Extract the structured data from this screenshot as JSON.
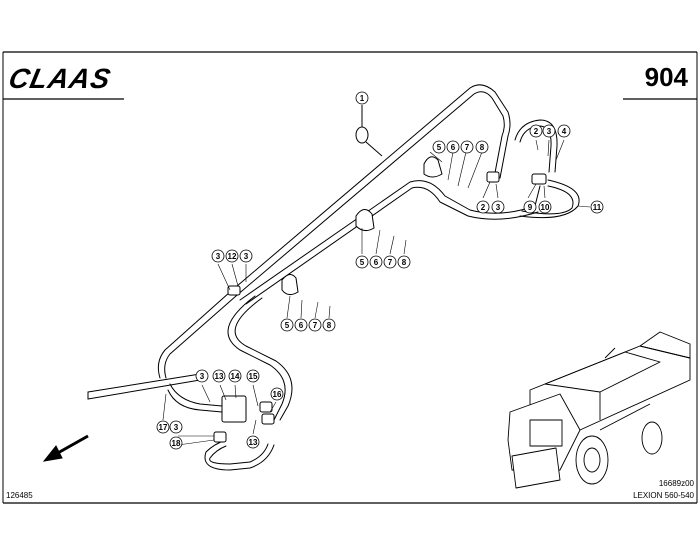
{
  "header": {
    "brand": "CLAAS",
    "page_number": "904"
  },
  "footer": {
    "drawing_ref": "126485",
    "figure_code": "16689z00",
    "model": "LEXION 560-540"
  },
  "callouts": [
    "1",
    "2",
    "3",
    "4",
    "5",
    "6",
    "7",
    "8",
    "2",
    "3",
    "9",
    "10",
    "11",
    "5",
    "6",
    "7",
    "8",
    "3",
    "12",
    "3",
    "5",
    "6",
    "7",
    "8",
    "3",
    "13",
    "14",
    "15",
    "16",
    "17",
    "3",
    "18",
    "13"
  ],
  "icons": {
    "arrow": "direction-arrow-icon",
    "machine": "combine-harvester-icon"
  }
}
